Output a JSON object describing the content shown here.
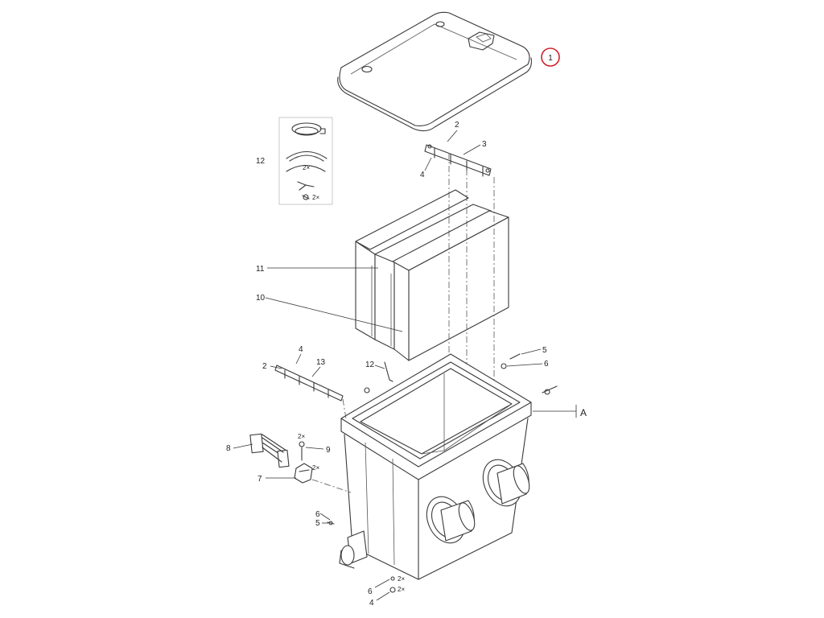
{
  "callouts": {
    "highlighted": "1",
    "lid": "1",
    "kit_bracket": "12",
    "top_screw": "2",
    "top_rail": "3",
    "top_nut": "4",
    "foam_block_upper": "11",
    "foam_block_lower": "10",
    "rail_nut": "4",
    "rail_screw": "2",
    "lower_rail": "13",
    "clip": "12",
    "side_screw": "5",
    "side_washer": "6",
    "housing_ref": "A",
    "pipe": "8",
    "bolt_qty": "2×",
    "bolt": "9",
    "clamp": "7",
    "clamp_qty": "2×",
    "outlet_washer": "6",
    "outlet_screw": "5",
    "bottom_washer": "6",
    "bottom_washer_qty": "2×",
    "bottom_nut": "4",
    "bottom_nut_qty": "2×",
    "kit_qty_1": "2×",
    "kit_qty_2": "2×"
  },
  "colors": {
    "highlight_circle": "#d0202a",
    "line": "#3a3a3a"
  }
}
